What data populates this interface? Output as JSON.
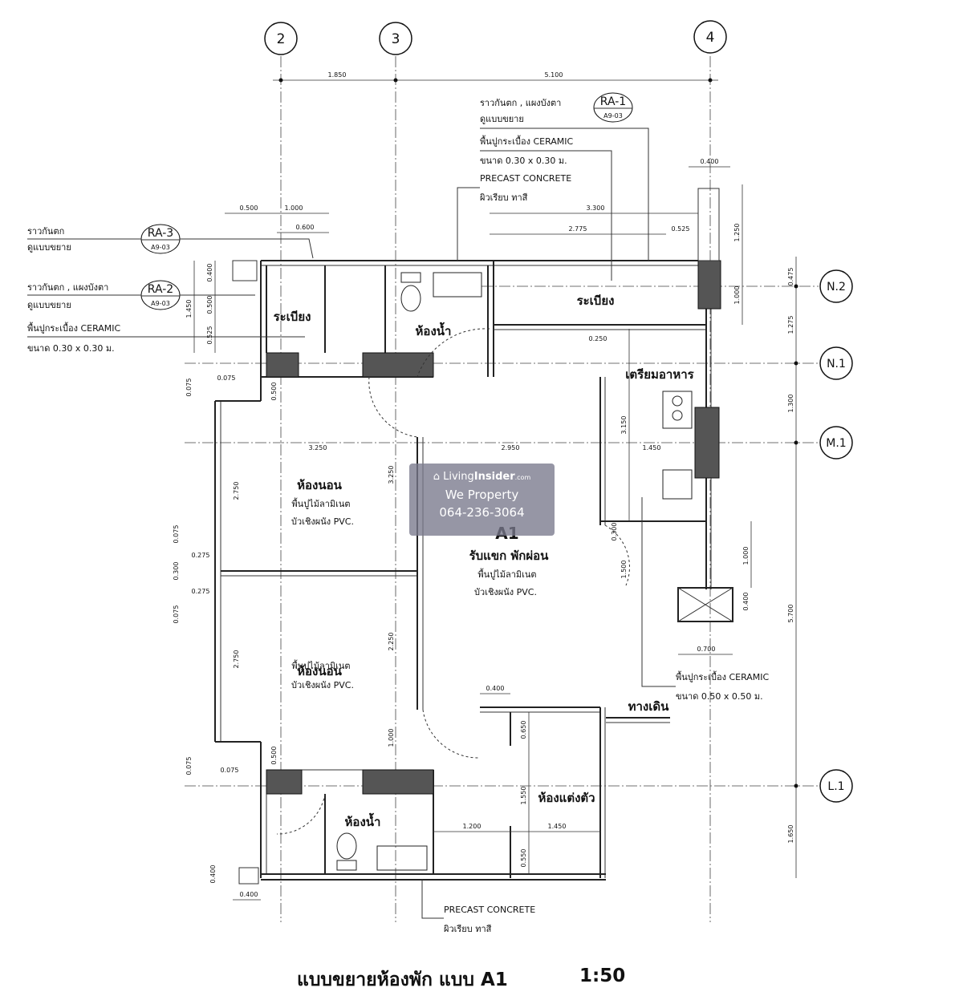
{
  "plan_title": "แบบขยายห้องพัก แบบ A1",
  "scale": "1:50",
  "unit_label": "A1",
  "grid_columns": [
    "2",
    "3",
    "4"
  ],
  "grid_rows": [
    "N.2",
    "N.1",
    "M.1",
    "L.1"
  ],
  "top_dimensions": [
    "1.850",
    "5.100"
  ],
  "right_dimensions": [
    "0.475",
    "1.275",
    "1.300",
    "5.700",
    "1.650"
  ],
  "rooms": {
    "balcony_left": "ระเบียง",
    "bathroom_top": "ห้องน้ำ",
    "balcony_right": "ระเบียง",
    "kitchen": "เตรียมอาหาร",
    "bedroom_1": "ห้องนอน",
    "bedroom_2": "ห้องนอน",
    "living": "รับแขก พักผ่อน",
    "bathroom_bottom": "ห้องน้ำ",
    "dressing": "ห้องแต่งตัว",
    "entry": "ทางเดิน"
  },
  "room_notes": {
    "bedroom_1_floor": "พื้นปูไม้ลามิเนต",
    "bedroom_1_skirting": "บัวเชิงผนัง PVC.",
    "bedroom_2_floor": "พื้นปูไม้ลามิเนต",
    "bedroom_2_skirting": "บัวเชิงผนัง PVC.",
    "living_floor": "พื้นปูไม้ลามิเนต",
    "living_skirting": "บัวเชิงผนัง PVC."
  },
  "callouts": {
    "ra1": {
      "tag": "RA-1",
      "sheet": "A9-03",
      "line1": "ราวกันตก , แผงบังตา",
      "line2": "ดูแบบขยาย",
      "line3": "พื้นปูกระเบื้อง CERAMIC",
      "line4": "ขนาด 0.30 x 0.30 ม.",
      "line5": "PRECAST CONCRETE",
      "line6": "ผิวเรียบ ทาสี"
    },
    "ra3": {
      "tag": "RA-3",
      "sheet": "A9-03",
      "line1": "ราวกันตก",
      "line2": "ดูแบบขยาย"
    },
    "ra2": {
      "tag": "RA-2",
      "sheet": "A9-03",
      "line1": "ราวกันตก , แผงบังตา",
      "line2": "ดูแบบขยาย",
      "line3": "พื้นปูกระเบื้อง CERAMIC",
      "line4": "ขนาด 0.30 x 0.30 ม."
    },
    "entry_floor": {
      "line1": "พื้นปูกระเบื้อง CERAMIC",
      "line2": "ขนาด 0.50 x 0.50 ม."
    },
    "bottom": {
      "line1": "PRECAST CONCRETE",
      "line2": "ผิวเรียบ ทาสี"
    }
  },
  "dimensions": {
    "d_0400_top": "0.400",
    "d_3300": "3.300",
    "d_2775": "2.775",
    "d_0525_top": "0.525",
    "d_1250": "1.250",
    "d_1000_r": "1.000",
    "d_0500_a": "0.500",
    "d_1000_a": "1.000",
    "d_0600": "0.600",
    "d_0400_l": "0.400",
    "d_1450_l": "1.450",
    "d_0500_l": "0.500",
    "d_0525_l": "0.525",
    "d_0075_a": "0.075",
    "d_0075_b": "0.075",
    "d_0500_b": "0.500",
    "d_3250_h": "3.250",
    "d_2950_h": "2.950",
    "d_1450_h": "1.450",
    "d_0250": "0.250",
    "d_3150": "3.150",
    "d_3250_v": "3.250",
    "d_2750_a": "2.750",
    "d_2750_b": "2.750",
    "d_0075_c": "0.075",
    "d_0275_a": "0.275",
    "d_0300": "0.300",
    "d_0275_b": "0.275",
    "d_0075_d": "0.075",
    "d_0300_k": "0.300",
    "d_1500": "1.500",
    "d_1000_k": "1.000",
    "d_0400_k": "0.400",
    "d_0700": "0.700",
    "d_2250": "2.250",
    "d_1000_v": "1.000",
    "d_0400_m": "0.400",
    "d_0650": "0.650",
    "d_0075_e": "0.075",
    "d_0075_f": "0.075",
    "d_0500_c": "0.500",
    "d_1550": "1.550",
    "d_1200": "1.200",
    "d_1450_b": "1.450",
    "d_0550": "0.550",
    "d_0400_b": "0.400",
    "d_0400_bb": "0.400"
  },
  "watermark": {
    "brand_a": "Living",
    "brand_b": "Insider",
    "brand_c": ".com",
    "company": "We Property",
    "phone": "064-236-3064"
  }
}
